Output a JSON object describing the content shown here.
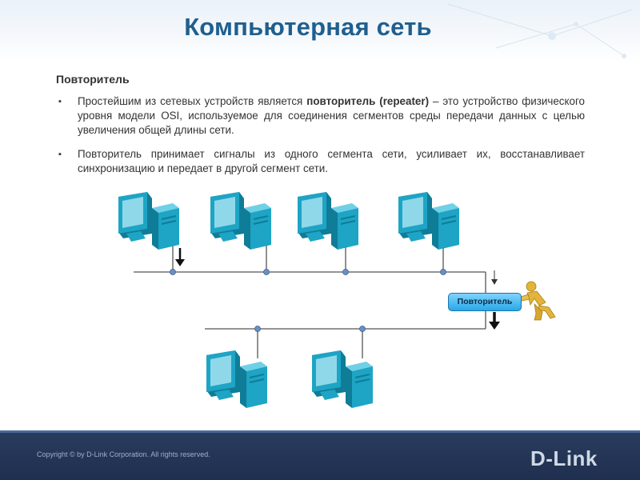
{
  "slide": {
    "title": "Компьютерная сеть",
    "subtitle": "Повторитель",
    "bullets": [
      {
        "mark": "▪",
        "pre": "Простейшим из сетевых устройств является ",
        "bold": "повторитель (repeater)",
        "post": " – это устройство физического уровня модели OSI, используемое для соединения сегментов среды передачи данных с целью увеличения общей длины сети."
      },
      {
        "mark": "▪",
        "text": "Повторитель принимает сигналы из одного сегмента сети, усиливает их, восстанавливает синхронизацию и передает в другой сегмент сети."
      }
    ]
  },
  "diagram": {
    "repeater_label": "Повторитель",
    "colors": {
      "computer": "#1ea4c4",
      "computer_dark": "#0f7c98",
      "line": "#555555",
      "node": "#6a8fc2"
    }
  },
  "footer": {
    "copyright": "Copyright © by D-Link Corporation. All rights reserved.",
    "logo": "D-Link"
  }
}
